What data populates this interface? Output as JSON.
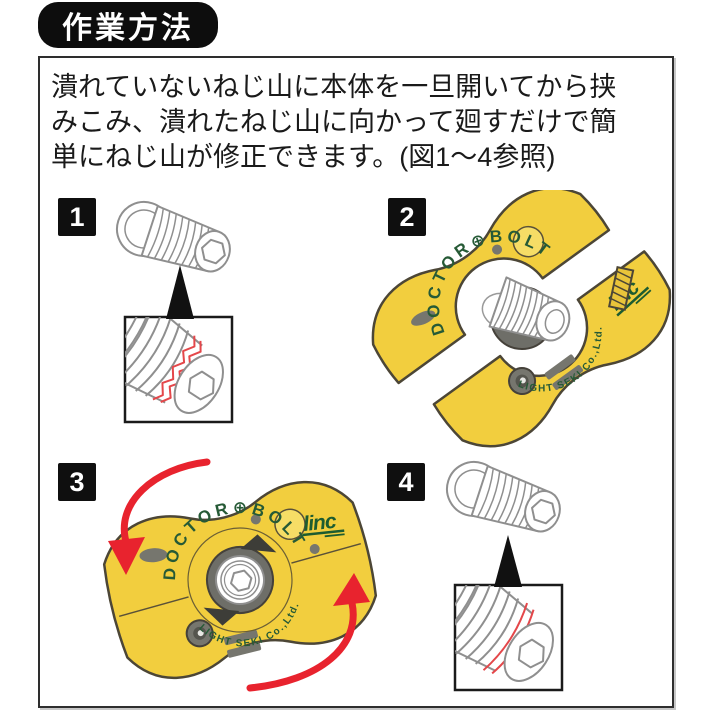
{
  "header": {
    "title": "作業方法"
  },
  "instructions": {
    "line1": "潰れていないねじ山に本体を一旦開いてから挟",
    "line2": "みこみ、潰れたねじ山に向かって廻すだけで簡",
    "line3": "単にねじ山が修正できます。(図1～4参照)"
  },
  "steps": [
    {
      "number": "1"
    },
    {
      "number": "2"
    },
    {
      "number": "3"
    },
    {
      "number": "4"
    }
  ],
  "tool": {
    "brand": "DOCTOR⊕BOLT",
    "maker": "LIGHT SEKI Co.,Ltd.",
    "logo": "linc"
  },
  "colors": {
    "tool_yellow": "#f2ce3e",
    "brand_green": "#265a36",
    "logo_green": "#1d5c30",
    "arrow_red": "#e8232e",
    "damaged_thread_red": "#e4474a",
    "badge_black": "#0d0d0d"
  }
}
